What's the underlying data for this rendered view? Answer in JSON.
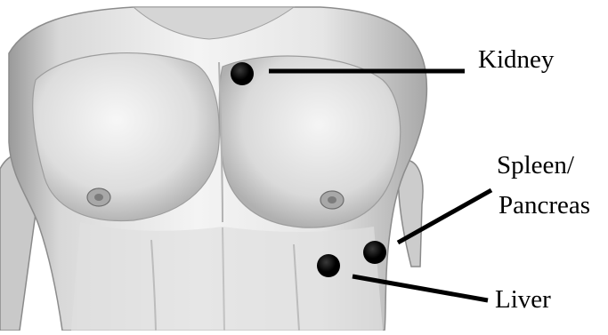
{
  "labels": {
    "kidney": "Kidney",
    "spleen": "Spleen/",
    "pancreas": "Pancreas",
    "liver": "Liver"
  },
  "colors": {
    "skin_light": "#f2f2f2",
    "skin_mid": "#cfcfcf",
    "skin_shadow": "#8e8e8e",
    "marker": "#000000",
    "leader_line": "#000000"
  }
}
